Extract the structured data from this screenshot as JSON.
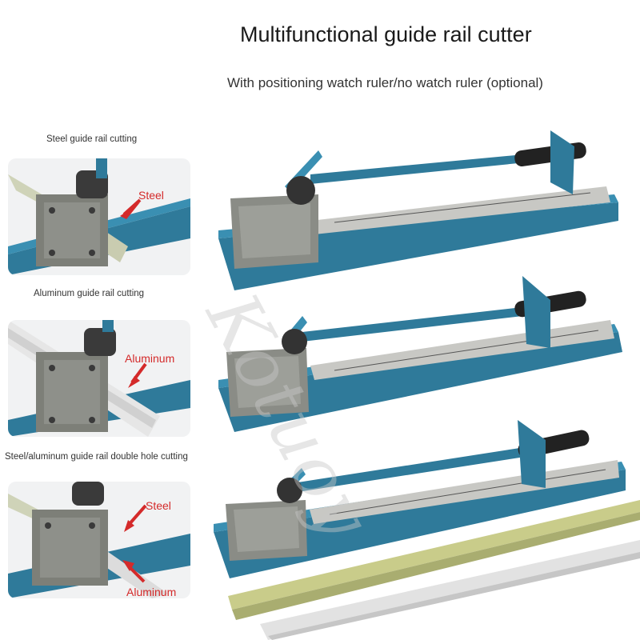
{
  "header": {
    "title": "Multifunctional guide rail cutter",
    "subtitle": "With positioning watch ruler/no watch ruler (optional)"
  },
  "panels": [
    {
      "caption": "Steel guide rail cutting",
      "labels": [
        "Steel"
      ]
    },
    {
      "caption": "Aluminum guide rail cutting",
      "labels": [
        "Aluminum"
      ]
    },
    {
      "caption": "Steel/aluminum guide rail double hole cutting",
      "labels": [
        "Steel",
        "Aluminum"
      ]
    }
  ],
  "watermark": "Kotuoy",
  "colors": {
    "machine_blue": "#2f7a9a",
    "rail_steel": "#cfd3c0",
    "label_red": "#d42a2a",
    "metal": "#9a9a94"
  }
}
